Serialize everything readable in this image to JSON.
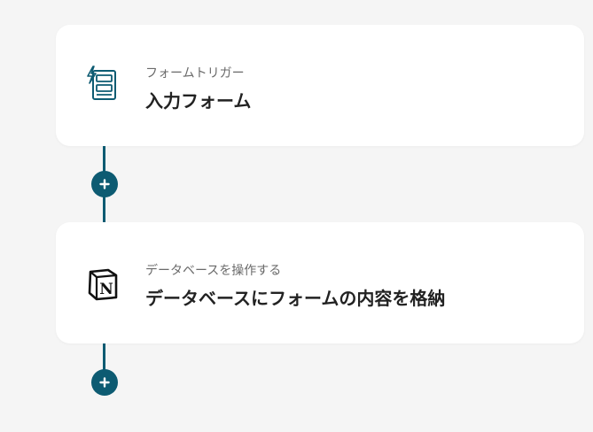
{
  "colors": {
    "accent": "#0d5b72",
    "background": "#f5f5f5",
    "card": "#ffffff",
    "title_text": "#222222",
    "subtitle_text": "#6a6a6a"
  },
  "flow": {
    "steps": [
      {
        "icon": "form-trigger-icon",
        "subtitle": "フォームトリガー",
        "title": "入力フォーム"
      },
      {
        "icon": "notion-icon",
        "subtitle": "データベースを操作する",
        "title": "データベースにフォームの内容を格納"
      }
    ],
    "add_buttons": [
      {
        "icon": "plus-icon"
      },
      {
        "icon": "plus-icon"
      }
    ]
  }
}
